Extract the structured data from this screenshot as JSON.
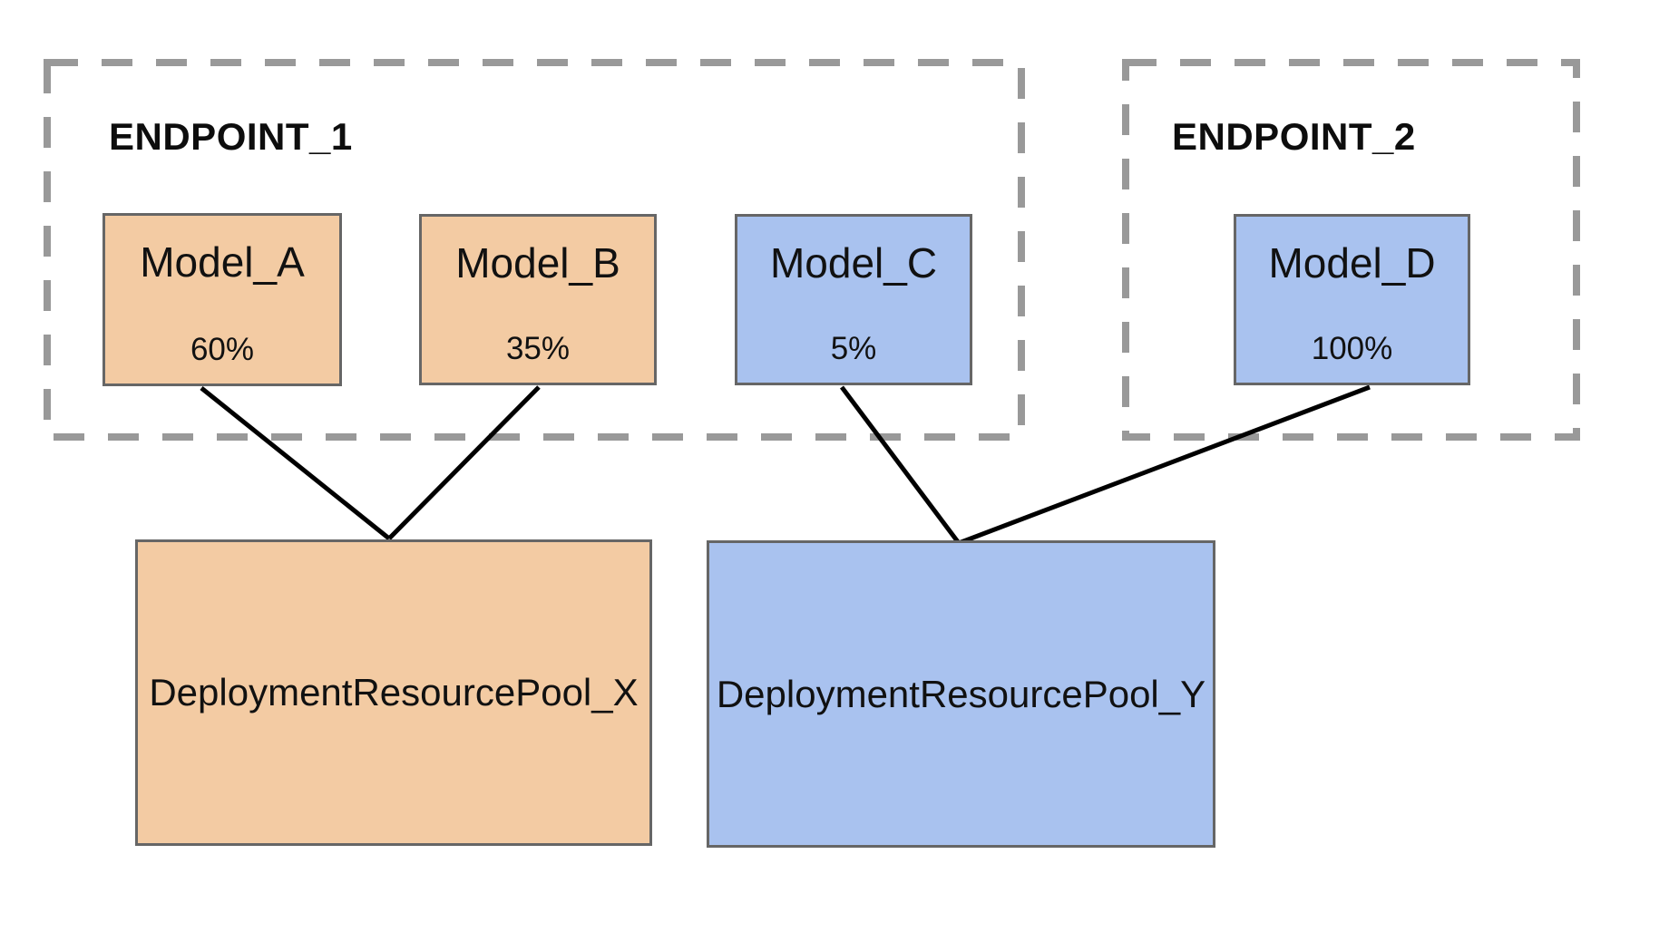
{
  "diagram": {
    "endpoint1": {
      "label": "ENDPOINT_1"
    },
    "endpoint2": {
      "label": "ENDPOINT_2"
    },
    "models": {
      "a": {
        "name": "Model_A",
        "split": "60%"
      },
      "b": {
        "name": "Model_B",
        "split": "35%"
      },
      "c": {
        "name": "Model_C",
        "split": "5%"
      },
      "d": {
        "name": "Model_D",
        "split": "100%"
      }
    },
    "pools": {
      "x": {
        "label": "DeploymentResourcePool_X"
      },
      "y": {
        "label": "DeploymentResourcePool_Y"
      }
    },
    "connections": [
      {
        "from": "Model_A",
        "to": "DeploymentResourcePool_X"
      },
      {
        "from": "Model_B",
        "to": "DeploymentResourcePool_X"
      },
      {
        "from": "Model_C",
        "to": "DeploymentResourcePool_Y"
      },
      {
        "from": "Model_D",
        "to": "DeploymentResourcePool_Y"
      }
    ],
    "colors": {
      "model_orange": "#F3CBA3",
      "model_blue": "#A9C2EF",
      "node_border": "#666666",
      "dashed_border": "#999999",
      "connector": "#000000"
    }
  }
}
